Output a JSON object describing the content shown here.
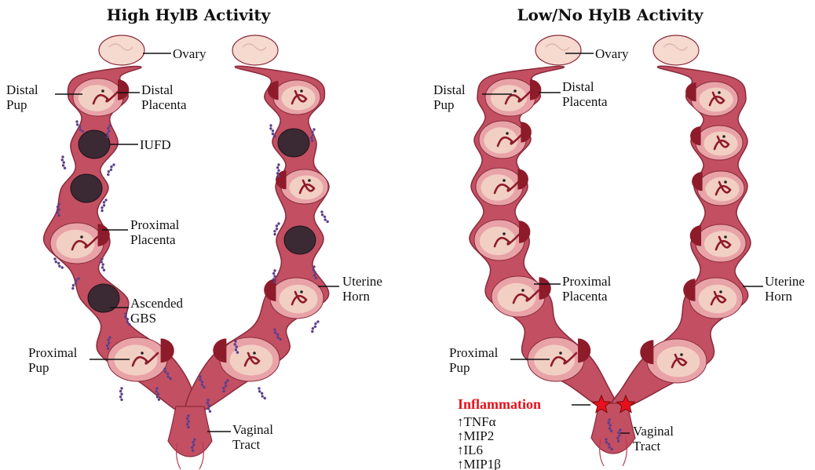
{
  "panels": {
    "left": {
      "title": "High HylB Activity",
      "labels": {
        "ovary": "Ovary",
        "distal_pup_l1": "Distal",
        "distal_pup_l2": "Pup",
        "distal_placenta_l1": "Distal",
        "distal_placenta_l2": "Placenta",
        "iufd": "IUFD",
        "proximal_placenta_l1": "Proximal",
        "proximal_placenta_l2": "Placenta",
        "ascended_gbs_l1": "Ascended",
        "ascended_gbs_l2": "GBS",
        "uterine_horn_l1": "Uterine",
        "uterine_horn_l2": "Horn",
        "proximal_pup_l1": "Proximal",
        "proximal_pup_l2": "Pup",
        "vaginal_tract_l1": "Vaginal",
        "vaginal_tract_l2": "Tract"
      }
    },
    "right": {
      "title": "Low/No HylB Activity",
      "labels": {
        "ovary": "Ovary",
        "distal_pup_l1": "Distal",
        "distal_pup_l2": "Pup",
        "distal_placenta_l1": "Distal",
        "distal_placenta_l2": "Placenta",
        "proximal_placenta_l1": "Proximal",
        "proximal_placenta_l2": "Placenta",
        "uterine_horn_l1": "Uterine",
        "uterine_horn_l2": "Horn",
        "proximal_pup_l1": "Proximal",
        "proximal_pup_l2": "Pup",
        "vaginal_tract_l1": "Vaginal",
        "vaginal_tract_l2": "Tract",
        "inflammation": "Inflammation",
        "markers": [
          "↑TNFα",
          "↑MIP2",
          "↑IL6",
          "↑MIP1β"
        ]
      }
    }
  },
  "colors": {
    "horn": "#c24f62",
    "horn_outline": "#8a2b3b",
    "sac": "#e8a3a8",
    "embryo": "#f2cfc3",
    "placenta": "#8e1b2a",
    "iufd": "#3b2a33",
    "ovary": "#f6d9cf",
    "bacteria": "#5b3f8c",
    "star": "#e8101a"
  }
}
